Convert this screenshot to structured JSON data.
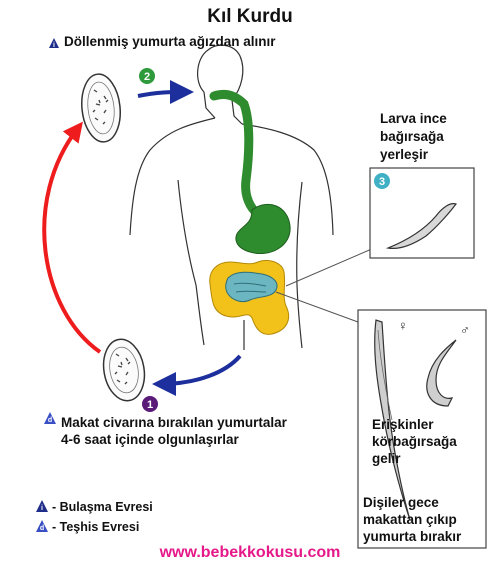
{
  "title": "Kıl Kurdu",
  "step2_caption": "Döllenmiş yumurta ağızdan alınır",
  "step3_caption": [
    "Larva ince",
    "bağırsağa",
    "yerleşir"
  ],
  "step1_caption": [
    "Makat civarına bırakılan yumurtalar",
    "4-6 saat içinde olgunlaşırlar"
  ],
  "adult_caption_1": [
    "Erişkinler",
    "körbağırsağa",
    "gelir"
  ],
  "adult_caption_2": [
    "Dişiler gece",
    "makattan çıkıp",
    "yumurta bırakır"
  ],
  "legend": {
    "infective": "- Bulaşma Evresi",
    "diagnostic": "- Teşhis Evresi"
  },
  "step_numbers": {
    "one": "1",
    "two": "2",
    "three": "3"
  },
  "female_symbol": "♀",
  "male_symbol": "♂",
  "website": "www.bebekkokusu.com",
  "colors": {
    "infective_triangle": "#1f2d8a",
    "diagnostic_triangle": "#3b4fc4",
    "step1_circle": "#5a1a78",
    "step2_circle": "#2e9a3c",
    "step3_circle": "#40b0c4",
    "blue_arrow": "#1c2f9c",
    "red_arrow": "#ee1c1c",
    "digestive_green": "#2e8b2e",
    "colon_yellow": "#f2c21a",
    "small_intestine": "#6bb6c0",
    "website": "#e6198a"
  }
}
